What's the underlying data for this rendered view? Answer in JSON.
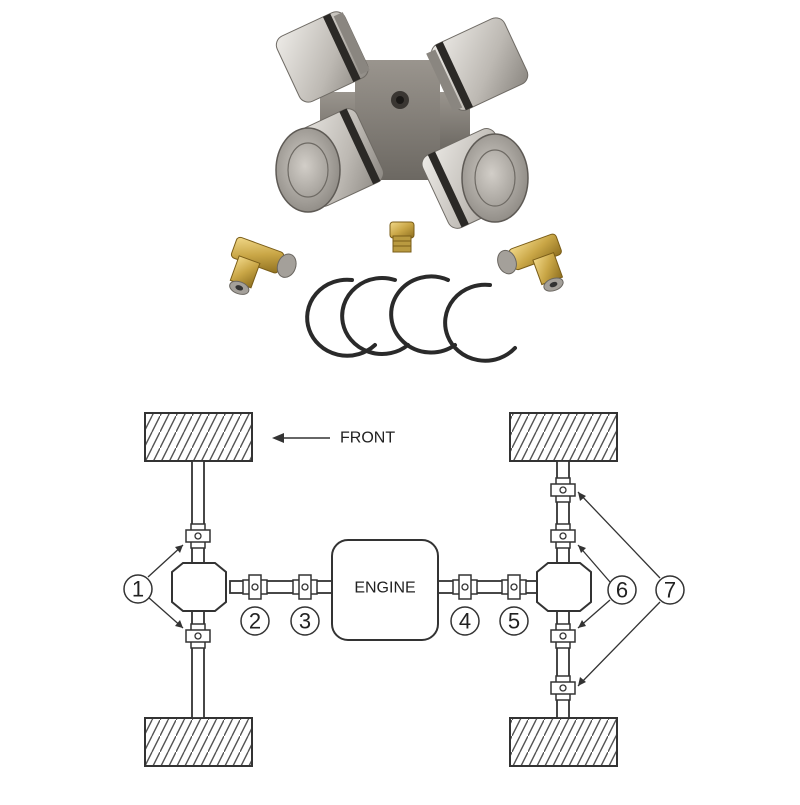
{
  "diagram": {
    "front_label": "FRONT",
    "engine_label": "ENGINE",
    "callouts": [
      "1",
      "2",
      "3",
      "4",
      "5",
      "6",
      "7"
    ]
  },
  "colors": {
    "metal_light": "#d8d6d2",
    "metal_dark": "#77736e",
    "brass": "#c9a646",
    "ring": "#2a2a2a",
    "line": "#333333"
  },
  "icons": [
    "universal-joint-icon",
    "grease-fitting-icon",
    "snap-ring-icon",
    "wheel-icon",
    "u-joint-symbol-icon",
    "differential-icon",
    "arrow-icon"
  ]
}
